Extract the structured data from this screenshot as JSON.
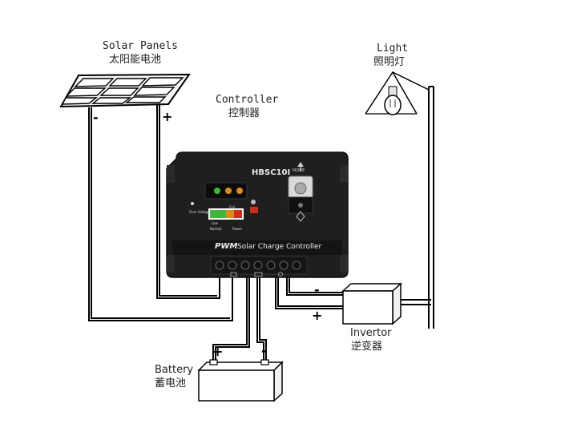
{
  "labels": {
    "solar_en": "Solar Panels",
    "solar_zh": "太阳能电池",
    "controller_en": "Controller",
    "controller_zh": "控制器",
    "light_en": "Light",
    "light_zh": "照明灯",
    "inverter_en": "Invertor",
    "inverter_zh": "逆变器",
    "battery_en": "Battery",
    "battery_zh": "蓄电池"
  },
  "controller": {
    "model": "HBSC10I",
    "pwm_text": "PWM",
    "brand_text": "Solar Charge Controller",
    "mode_text": "MODE",
    "tiny_left": "Over Voltage",
    "tiny_full": "Full",
    "tiny_low": "Low",
    "tiny_normal": "Normal",
    "tiny_power": "Power"
  },
  "signs": {
    "solar_minus": "-",
    "solar_plus": "+",
    "battery_plus": "+",
    "battery_minus": "-",
    "inverter_minus": "-",
    "inverter_plus": "+"
  },
  "colors": {
    "wire": "#000000",
    "controller_body": "#1f1f1f",
    "led_green": "#3fb83a",
    "led_orange": "#e08a1c",
    "led_red": "#d62a1a"
  }
}
